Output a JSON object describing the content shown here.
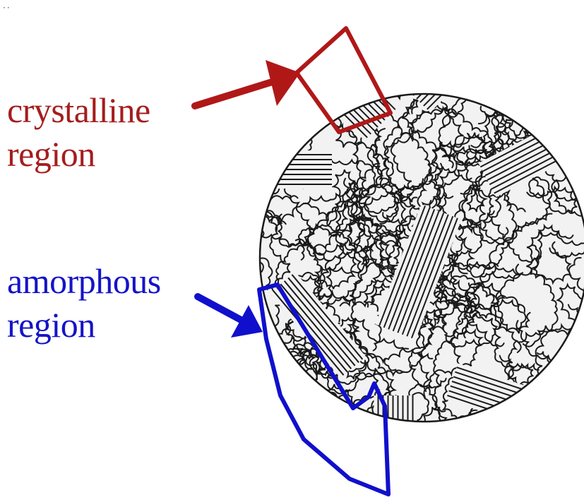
{
  "labels": {
    "crystalline": {
      "line1": "crystalline",
      "line2": "region",
      "color": "#a51d1d"
    },
    "amorphous": {
      "line1": "amorphous",
      "line2": "region",
      "color": "#1414c8"
    }
  },
  "colors": {
    "crystalline_outline": "#b01818",
    "amorphous_outline": "#1010cc",
    "chain_stroke": "#1a1a1a",
    "disk_fill": "#f2f2f2"
  }
}
